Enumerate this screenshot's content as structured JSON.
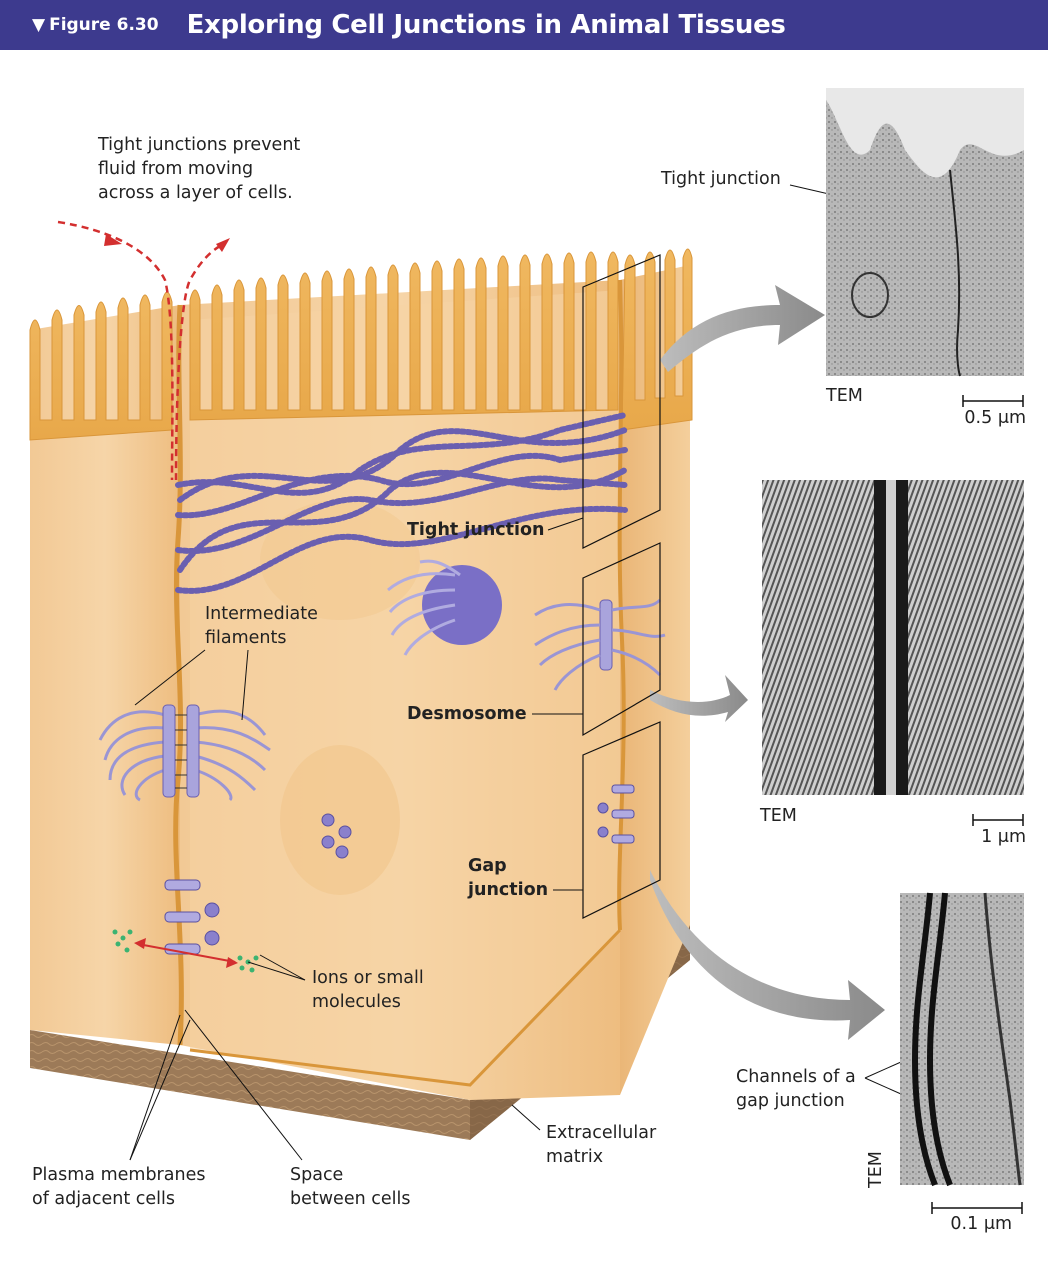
{
  "header": {
    "figure_number": "Figure 6.30",
    "title": "Exploring Cell Junctions in Animal Tissues"
  },
  "labels": {
    "tight_prevent_line1": "Tight junctions prevent",
    "tight_prevent_line2": "fluid from moving",
    "tight_prevent_line3": "across a layer of cells.",
    "tight_junction_bold": "Tight junction",
    "intermediate_line1": "Intermediate",
    "intermediate_line2": "filaments",
    "desmosome_bold": "Desmosome",
    "gap_line1": "Gap",
    "gap_line2": "junction",
    "ions_line1": "Ions or small",
    "ions_line2": "molecules",
    "plasma_line1": "Plasma membranes",
    "plasma_line2": "of adjacent cells",
    "space_line1": "Space",
    "space_line2": "between cells",
    "ecm_line1": "Extracellular",
    "ecm_line2": "matrix"
  },
  "micrographs": {
    "tight": {
      "callout": "Tight junction",
      "method": "TEM",
      "scale": "0.5 μm"
    },
    "desmosome": {
      "method": "TEM",
      "scale": "1 μm"
    },
    "gap": {
      "callout_line1": "Channels of a",
      "callout_line2": "gap junction",
      "method": "TEM",
      "scale": "0.1 μm"
    }
  }
}
